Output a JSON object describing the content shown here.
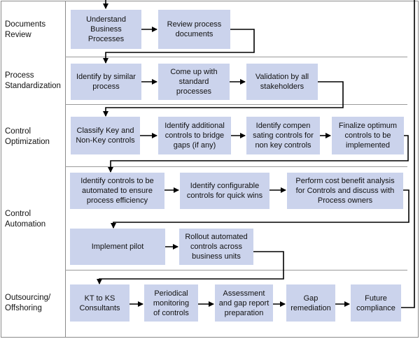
{
  "stages": [
    {
      "label": "Documents\nReview"
    },
    {
      "label": "Process\nStandardization"
    },
    {
      "label": "Control\nOptimization"
    },
    {
      "label": "Control\nAutomation"
    },
    {
      "label": "Outsourcing/\nOffshoring"
    }
  ],
  "steps": {
    "understand": "Understand\nBusiness\nProcesses",
    "review_docs": "Review process\ndocuments",
    "identify_similar": "Identify by similar\nprocess",
    "come_up": "Come up with\nstandard\nprocesses",
    "validation": "Validation by all\nstakeholders",
    "classify": "Classify Key and\nNon-Key controls",
    "identify_additional": "Identify additional\ncontrols to bridge\ngaps (if any)",
    "identify_compensating": "Identify compen\nsating controls for\nnon key controls",
    "finalize": "Finalize optimum\ncontrols to be\nimplemented",
    "identify_automated": "Identify controls to be\nautomated to ensure\nprocess efficiency",
    "identify_configurable": "Identify configurable\ncontrols for quick wins",
    "cost_benefit": "Perform cost benefit analysis\nfor Controls and discuss with\nProcess owners",
    "pilot": "Implement pilot",
    "rollout": "Rollout automated\ncontrols across\nbusiness units",
    "kt": "KT to KS\nConsultants",
    "periodical": "Periodical\nmonitoring\nof controls",
    "assessment": "Assessment\nand gap report\npreparation",
    "gap": "Gap\nremediation",
    "future": "Future\ncompliance"
  },
  "colors": {
    "box": "#cbd3ec",
    "rule": "#8a8a8a",
    "line": "#000000"
  }
}
